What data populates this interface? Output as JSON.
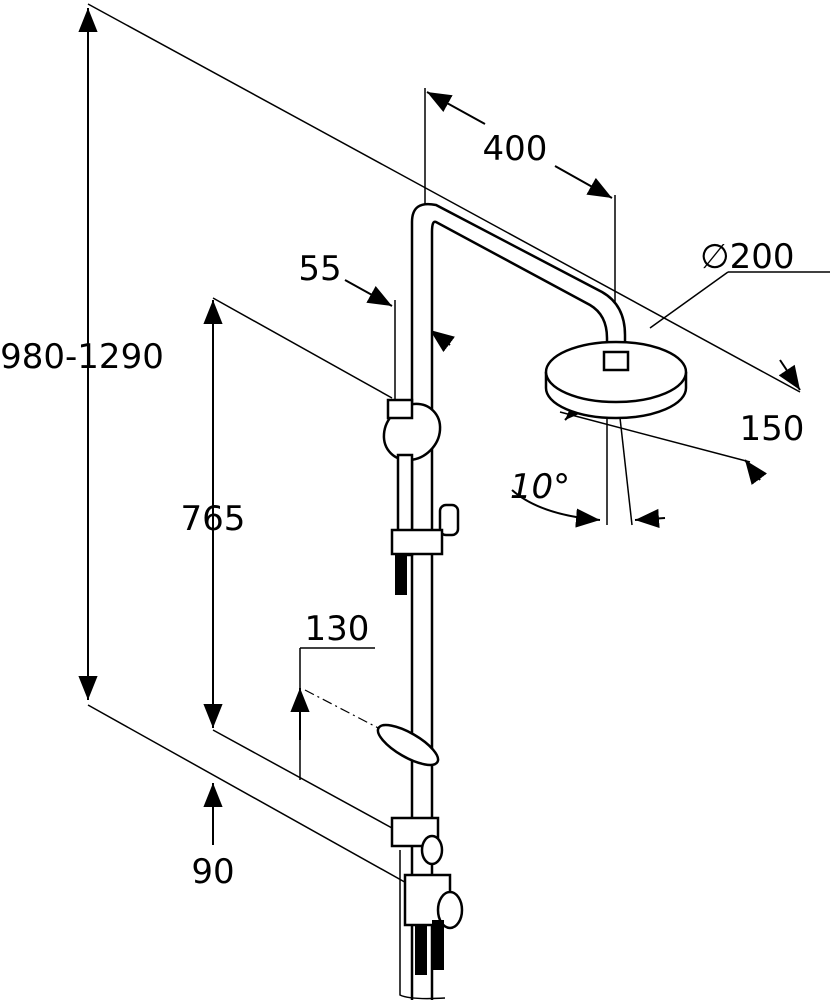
{
  "title": "Shower system dimension drawing",
  "dimensions": {
    "arm_length": "400",
    "head_diameter": "∅200",
    "slider_offset": "55",
    "total_height": "980-1290",
    "rail_length": "765",
    "head_projection": "150",
    "head_tilt": "10°",
    "holder_adjust": "130",
    "bottom_offset": "90"
  },
  "colors": {
    "line": "#000000",
    "background": "#ffffff"
  }
}
